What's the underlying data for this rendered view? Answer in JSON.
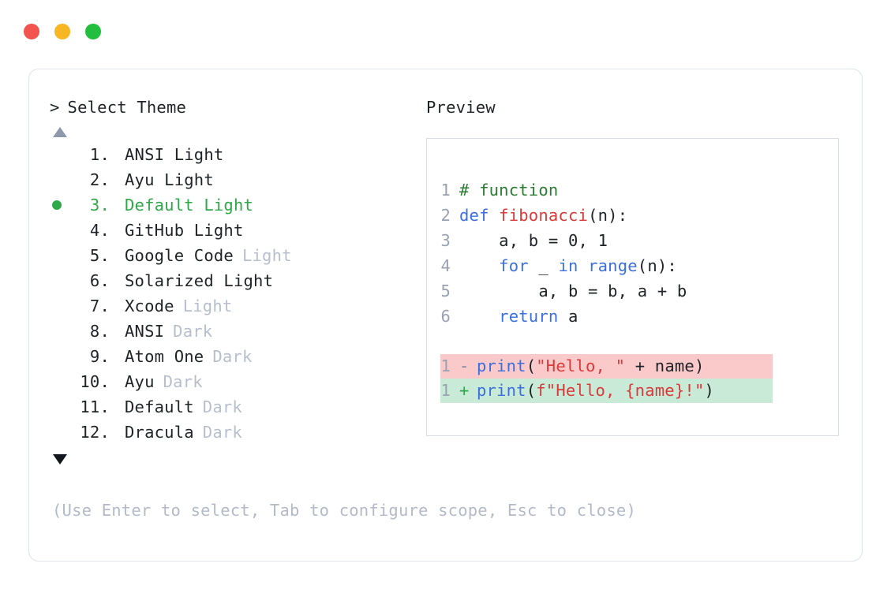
{
  "window": {
    "traffic_lights": [
      {
        "name": "close",
        "color": "#f4544e"
      },
      {
        "name": "minimize",
        "color": "#f6b723"
      },
      {
        "name": "zoom",
        "color": "#22be3d"
      }
    ]
  },
  "prompt": {
    "caret": ">",
    "title": "Select Theme"
  },
  "scroll": {
    "up_arrow": "scroll-up",
    "down_arrow": "scroll-down"
  },
  "preview": {
    "label": "Preview"
  },
  "themes": {
    "selected_index": 3,
    "items": [
      {
        "num": "1.",
        "name": "ANSI Light",
        "suffix": "",
        "selected": false
      },
      {
        "num": "2.",
        "name": "Ayu Light",
        "suffix": "",
        "selected": false
      },
      {
        "num": "3.",
        "name": "Default Light",
        "suffix": "",
        "selected": true
      },
      {
        "num": "4.",
        "name": "GitHub Light",
        "suffix": "",
        "selected": false
      },
      {
        "num": "5.",
        "name": "Google Code",
        "suffix": "Light",
        "selected": false
      },
      {
        "num": "6.",
        "name": "Solarized Light",
        "suffix": "",
        "selected": false
      },
      {
        "num": "7.",
        "name": "Xcode",
        "suffix": "Light",
        "selected": false
      },
      {
        "num": "8.",
        "name": "ANSI",
        "suffix": "Dark",
        "selected": false
      },
      {
        "num": "9.",
        "name": "Atom One",
        "suffix": "Dark",
        "selected": false
      },
      {
        "num": "10.",
        "name": "Ayu",
        "suffix": "Dark",
        "selected": false
      },
      {
        "num": "11.",
        "name": "Default",
        "suffix": "Dark",
        "selected": false
      },
      {
        "num": "12.",
        "name": "Dracula",
        "suffix": "Dark",
        "selected": false
      }
    ]
  },
  "code": {
    "lines": [
      {
        "no": "1",
        "tokens": [
          {
            "t": "# function",
            "c": "comment"
          }
        ]
      },
      {
        "no": "2",
        "tokens": [
          {
            "t": "def ",
            "c": "kw"
          },
          {
            "t": "fibonacci",
            "c": "fn"
          },
          {
            "t": "(n):",
            "c": "plain"
          }
        ]
      },
      {
        "no": "3",
        "tokens": [
          {
            "t": "    a, b = ",
            "c": "plain"
          },
          {
            "t": "0",
            "c": "num"
          },
          {
            "t": ", ",
            "c": "plain"
          },
          {
            "t": "1",
            "c": "num"
          }
        ]
      },
      {
        "no": "4",
        "tokens": [
          {
            "t": "    ",
            "c": "plain"
          },
          {
            "t": "for ",
            "c": "kw"
          },
          {
            "t": "_ ",
            "c": "plain"
          },
          {
            "t": "in ",
            "c": "kw"
          },
          {
            "t": "range",
            "c": "kw"
          },
          {
            "t": "(n):",
            "c": "plain"
          }
        ]
      },
      {
        "no": "5",
        "tokens": [
          {
            "t": "        a, b = b, a + b",
            "c": "plain"
          }
        ]
      },
      {
        "no": "6",
        "tokens": [
          {
            "t": "    ",
            "c": "plain"
          },
          {
            "t": "return ",
            "c": "kw"
          },
          {
            "t": "a",
            "c": "plain"
          }
        ]
      }
    ],
    "diff": [
      {
        "no": "1",
        "marker": "-",
        "kind": "del",
        "tokens": [
          {
            "t": "print",
            "c": "kw"
          },
          {
            "t": "(",
            "c": "plain"
          },
          {
            "t": "\"Hello, \"",
            "c": "str"
          },
          {
            "t": " + name)",
            "c": "plain"
          }
        ]
      },
      {
        "no": "1",
        "marker": "+",
        "kind": "add",
        "tokens": [
          {
            "t": "print",
            "c": "kw"
          },
          {
            "t": "(",
            "c": "plain"
          },
          {
            "t": "f\"Hello, {name}!\"",
            "c": "str"
          },
          {
            "t": ")",
            "c": "plain"
          }
        ]
      }
    ]
  },
  "hint": {
    "text": "(Use Enter to select, Tab to configure scope, Esc to close)"
  }
}
